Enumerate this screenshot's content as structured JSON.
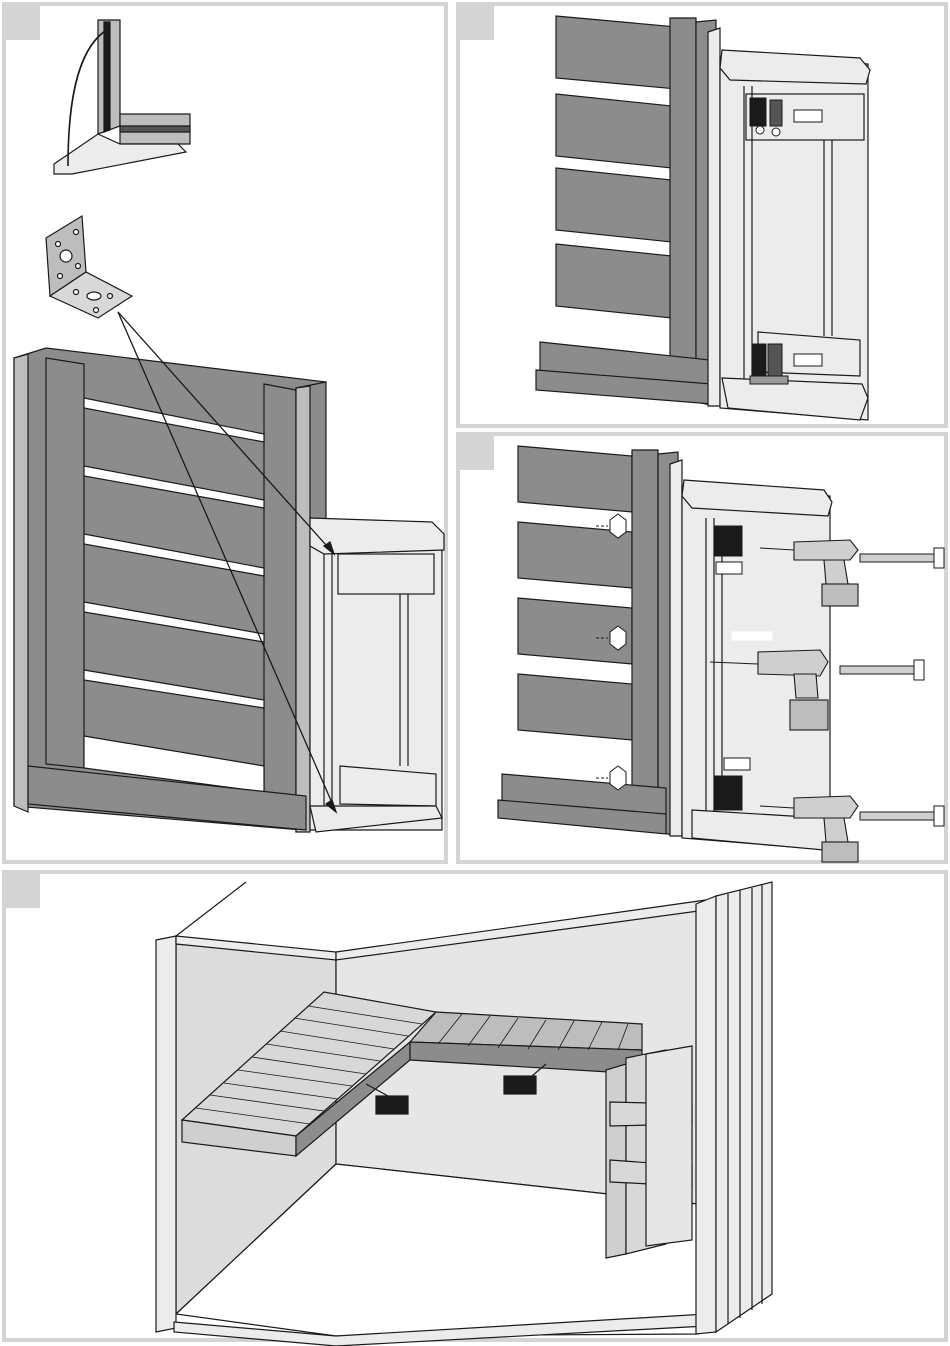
{
  "panels": [
    {
      "id": "step-1",
      "label": ""
    },
    {
      "id": "step-2",
      "label": ""
    },
    {
      "id": "step-3",
      "label": ""
    },
    {
      "id": "step-4",
      "label": ""
    }
  ],
  "colors": {
    "frame": "#d4d4d4",
    "wood_dark": "#8c8c8c",
    "wood_mid": "#bdbdbd",
    "wood_light": "#ececec",
    "wall": "#dcdcdc",
    "outline": "#1a1a1a",
    "callout": "#1a1a1a"
  },
  "icons": [
    "angle-bracket-icon",
    "drill-icon",
    "bolt-icon",
    "nut-icon"
  ]
}
